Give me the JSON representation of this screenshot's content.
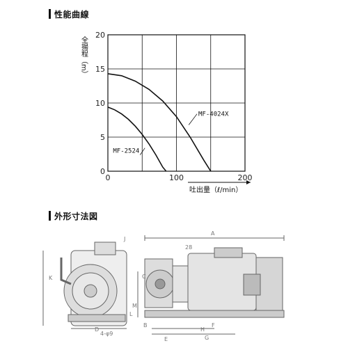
{
  "sections": {
    "performance_title": "性能曲線",
    "dimensions_title": "外形寸法図"
  },
  "chart_data": {
    "type": "line",
    "title": "",
    "ylabel": "全揚程（m）",
    "xlabel": "吐出量（ℓ/min）",
    "xlim": [
      0,
      200
    ],
    "ylim": [
      0,
      20
    ],
    "xticks": [
      0,
      100,
      200
    ],
    "yticks": [
      0,
      5,
      10,
      15,
      20
    ],
    "grid": true,
    "series": [
      {
        "name": "MF-4024X",
        "x": [
          0,
          20,
          40,
          60,
          80,
          100,
          120,
          140,
          150
        ],
        "y": [
          14.3,
          14.0,
          13.2,
          12.0,
          10.3,
          8.0,
          5.0,
          1.6,
          0
        ]
      },
      {
        "name": "MF-2524",
        "x": [
          0,
          10,
          20,
          30,
          40,
          50,
          60,
          70,
          80,
          85
        ],
        "y": [
          9.4,
          9.0,
          8.4,
          7.6,
          6.6,
          5.4,
          4.0,
          2.4,
          0.6,
          0
        ]
      }
    ],
    "annotations": [
      "MF-4024X",
      "MF-2524"
    ]
  },
  "drawing": {
    "dim_labels": [
      "J",
      "A",
      "28",
      "K",
      "C",
      "M",
      "L",
      "4-φ9",
      "D",
      "H",
      "E",
      "G",
      "F",
      "B"
    ]
  }
}
